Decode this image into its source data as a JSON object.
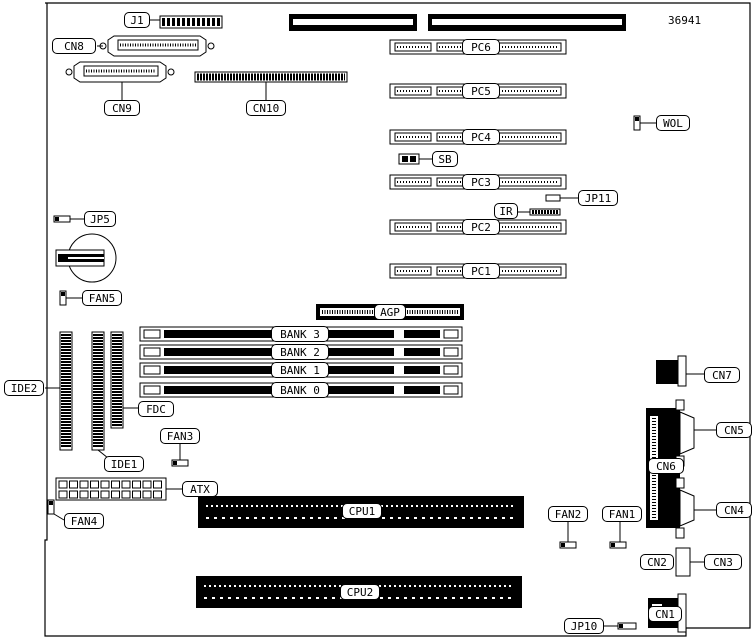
{
  "figure_number": "36941",
  "labels": {
    "j1": "J1",
    "cn8": "CN8",
    "cn9": "CN9",
    "cn10": "CN10",
    "pc6": "PC6",
    "pc5": "PC5",
    "pc4": "PC4",
    "sb": "SB",
    "pc3": "PC3",
    "jp11": "JP11",
    "ir": "IR",
    "pc2": "PC2",
    "pc1": "PC1",
    "wol": "WOL",
    "jp5": "JP5",
    "fan5": "FAN5",
    "agp": "AGP",
    "bank3": "BANK 3",
    "bank2": "BANK 2",
    "bank1": "BANK 1",
    "bank0": "BANK 0",
    "ide2": "IDE2",
    "fdc": "FDC",
    "ide1": "IDE1",
    "fan3": "FAN3",
    "atx": "ATX",
    "fan4": "FAN4",
    "cpu1": "CPU1",
    "cpu2": "CPU2",
    "fan2": "FAN2",
    "fan1": "FAN1",
    "cn7": "CN7",
    "cn5": "CN5",
    "cn6": "CN6",
    "cn4": "CN4",
    "cn2": "CN2",
    "cn3": "CN3",
    "cn1": "CN1",
    "jp10": "JP10"
  }
}
